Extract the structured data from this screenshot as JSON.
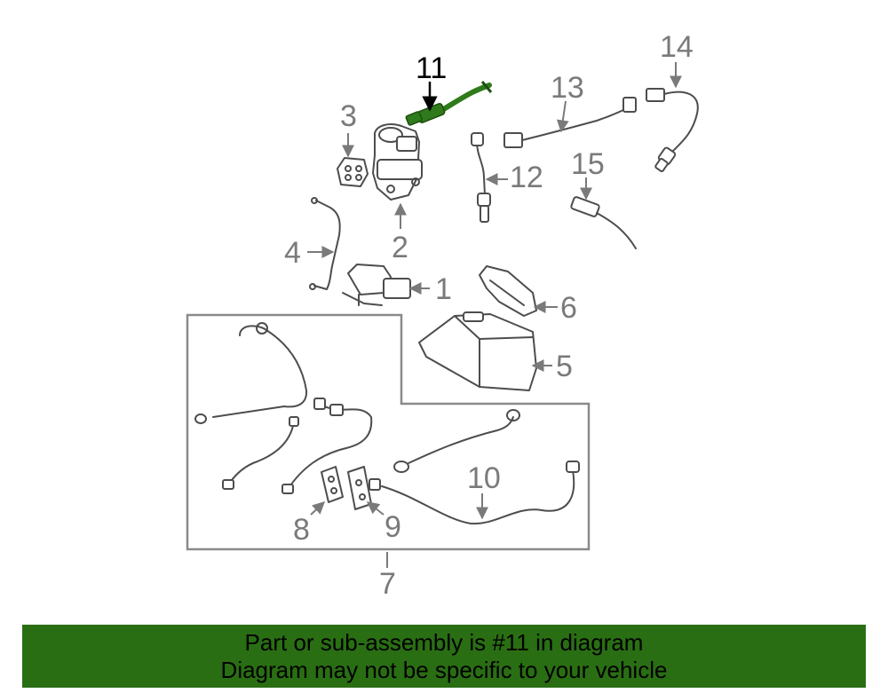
{
  "colors": {
    "highlight_part": "#2f7a1a",
    "banner": "#2a6e14",
    "label": "#7a7a7a",
    "highlight_label": "#000000"
  },
  "callouts": {
    "c1": "1",
    "c2": "2",
    "c3": "3",
    "c4": "4",
    "c5": "5",
    "c6": "6",
    "c7": "7",
    "c8": "8",
    "c9": "9",
    "c10": "10",
    "c11": "11",
    "c12": "12",
    "c13": "13",
    "c14": "14",
    "c15": "15"
  },
  "banner": {
    "line1": "Part or sub-assembly is #11 in diagram",
    "line2": "Diagram may not be specific to your vehicle"
  }
}
